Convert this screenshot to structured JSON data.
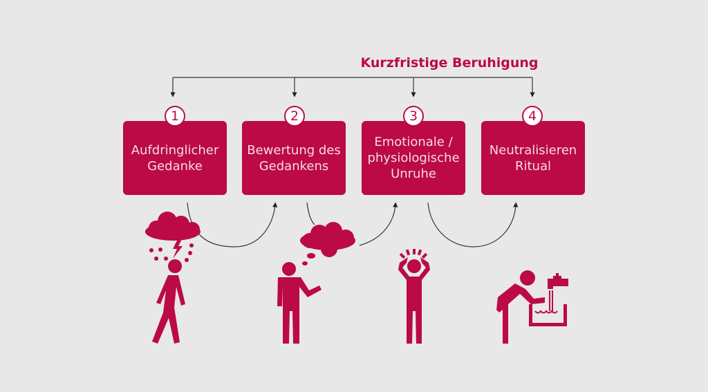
{
  "title": "Kurzfristige Beruhigung",
  "steps": [
    {
      "number": "1",
      "line1": "Aufdringlicher",
      "line2": "Gedanke",
      "line3": "",
      "icon": "rain-cloud-walking-person-icon"
    },
    {
      "number": "2",
      "line1": "Bewertung des",
      "line2": "Gedankens",
      "line3": "",
      "icon": "thinking-person-icon"
    },
    {
      "number": "3",
      "line1": "Emotionale /",
      "line2": "physiologische",
      "line3": "Unruhe",
      "icon": "stressed-person-icon"
    },
    {
      "number": "4",
      "line1": "Neutralisieren",
      "line2": "Ritual",
      "line3": "",
      "icon": "hand-washing-person-icon"
    }
  ],
  "colors": {
    "accent": "#bb0a45",
    "background": "#e8e8e8"
  }
}
